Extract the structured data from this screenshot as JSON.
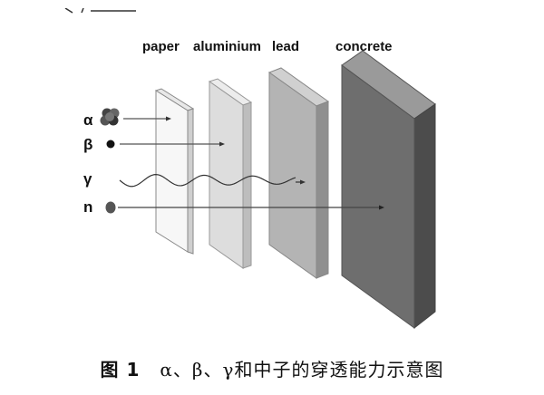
{
  "diagram": {
    "barriers": [
      {
        "id": "paper",
        "label": "paper",
        "color": "#f7f7f7"
      },
      {
        "id": "aluminium",
        "label": "aluminium",
        "color": "#dddddd"
      },
      {
        "id": "lead",
        "label": "lead",
        "color": "#b4b4b4"
      },
      {
        "id": "concrete",
        "label": "concrete",
        "color": "#6e6e6e"
      }
    ],
    "radiations": [
      {
        "id": "alpha",
        "symbol": "α",
        "stops_at": "paper"
      },
      {
        "id": "beta",
        "symbol": "β",
        "stops_at": "aluminium"
      },
      {
        "id": "gamma",
        "symbol": "γ",
        "stops_at": "lead"
      },
      {
        "id": "neutron",
        "symbol": "n",
        "stops_at": "concrete"
      }
    ]
  },
  "caption": {
    "figure_number": "图 1",
    "text": "α、β、γ和中子的穿透能力示意图"
  }
}
